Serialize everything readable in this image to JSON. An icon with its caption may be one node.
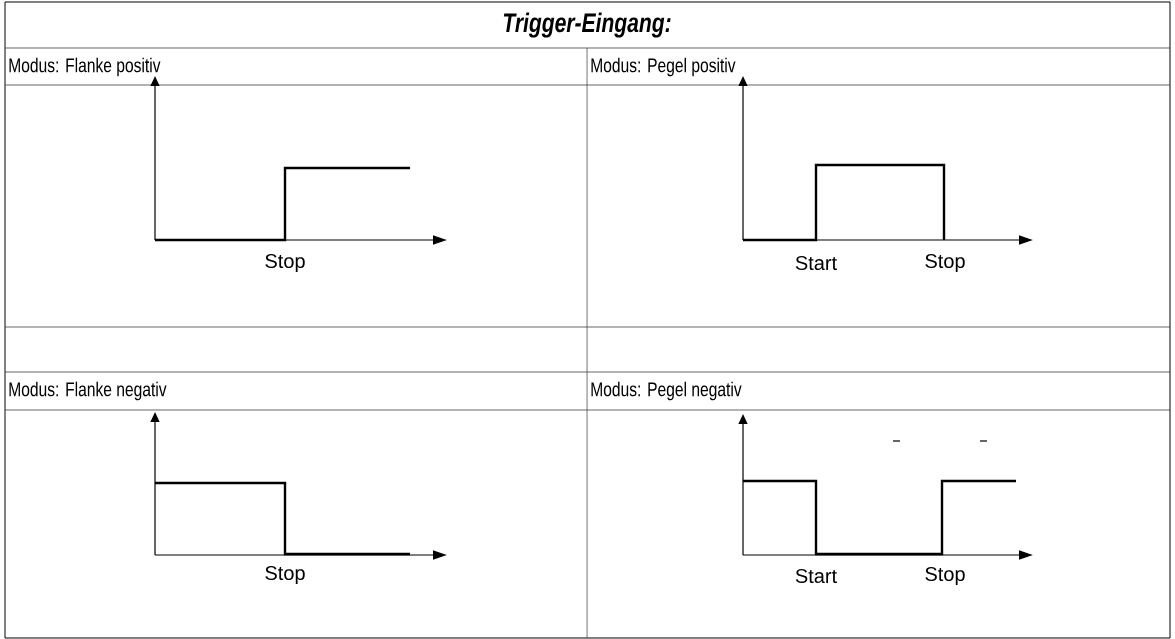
{
  "diagram": {
    "title": "Trigger-Eingang:",
    "labels": [
      "Modus: Flanke positiv",
      "Modus: Pegel positiv",
      "Stop",
      "Start",
      "Stop",
      "Modus: Flanke negativ",
      "Modus: Pegel negativ",
      "Stop",
      "Start",
      "Stop"
    ]
  }
}
